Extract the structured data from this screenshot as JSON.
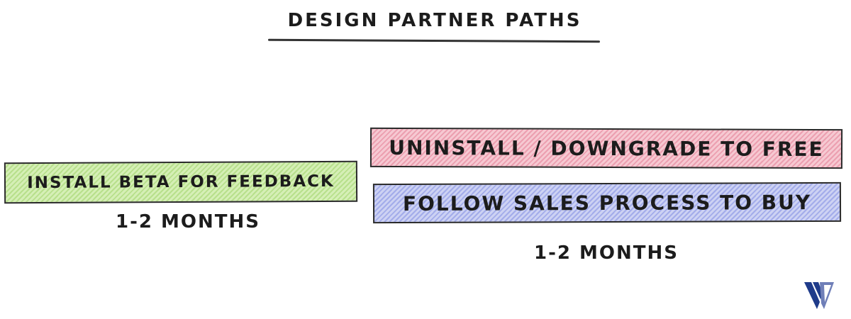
{
  "title": "DESIGN PARTNER PATHS",
  "boxes": {
    "install": "INSTALL BETA FOR FEEDBACK",
    "uninstall": "UNINSTALL / DOWNGRADE TO FREE",
    "follow": "FOLLOW SALES PROCESS TO BUY"
  },
  "durations": {
    "left": "1-2 MONTHS",
    "right": "1-2 MONTHS"
  },
  "colors": {
    "install": "#b8e08c",
    "uninstall": "#ec9fb0",
    "follow": "#a3acea",
    "logo": "#1f3b8a"
  },
  "icons": {
    "logo": "v-logo-icon"
  }
}
